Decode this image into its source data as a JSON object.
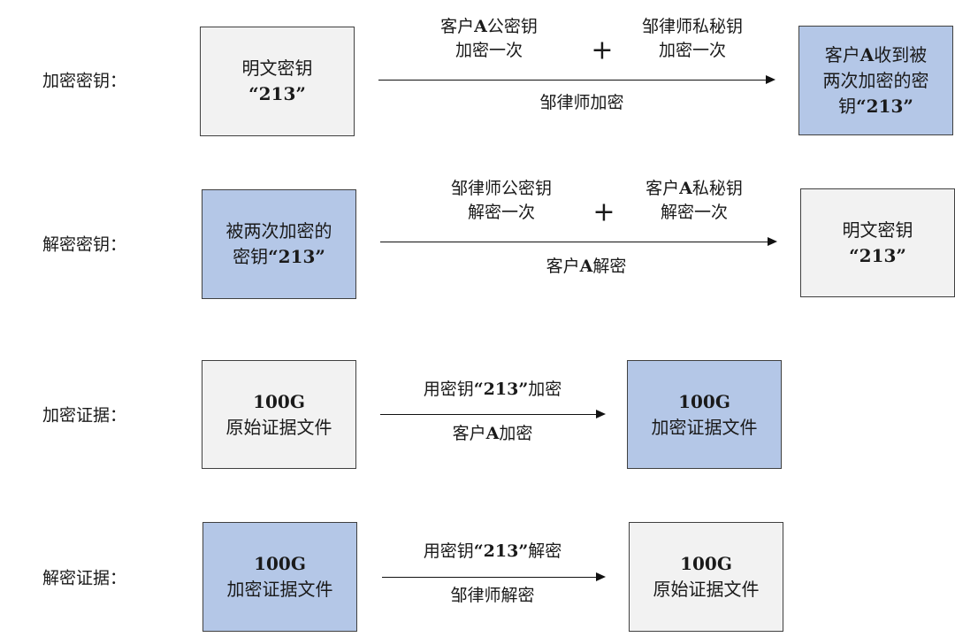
{
  "colors": {
    "plain_box": "#f2f2f2",
    "encrypted_box": "#b4c7e7",
    "border": "#404040"
  },
  "rows": [
    {
      "label": "加密密钥：",
      "source": [
        [
          [
            "明文密钥",
            0
          ]
        ],
        [
          [
            "“213”",
            1
          ]
        ]
      ],
      "above_left": [
        [
          [
            "客户",
            0
          ],
          [
            "A",
            1
          ],
          [
            "公密钥",
            0
          ]
        ],
        [
          [
            "加密一次",
            0
          ]
        ]
      ],
      "plus": "+",
      "above_right": [
        [
          [
            "邹律师私秘钥",
            0
          ]
        ],
        [
          [
            "加密一次",
            0
          ]
        ]
      ],
      "below": [
        [
          [
            "邹律师加密",
            0
          ]
        ]
      ],
      "target": [
        [
          [
            "客户",
            0
          ],
          [
            "A",
            1
          ],
          [
            "收到被",
            0
          ]
        ],
        [
          [
            "两次加密的密",
            0
          ]
        ],
        [
          [
            "钥",
            0
          ],
          [
            "“213”",
            1
          ]
        ]
      ]
    },
    {
      "label": "解密密钥：",
      "source": [
        [
          [
            "被两次加密的",
            0
          ]
        ],
        [
          [
            "密钥",
            0
          ],
          [
            "“213”",
            1
          ]
        ]
      ],
      "above_left": [
        [
          [
            "邹律师公密钥",
            0
          ]
        ],
        [
          [
            "解密一次",
            0
          ]
        ]
      ],
      "plus": "+",
      "above_right": [
        [
          [
            "客户",
            0
          ],
          [
            "A",
            1
          ],
          [
            "私秘钥",
            0
          ]
        ],
        [
          [
            "解密一次",
            0
          ]
        ]
      ],
      "below": [
        [
          [
            "客户",
            0
          ],
          [
            "A",
            1
          ],
          [
            "解密",
            0
          ]
        ]
      ],
      "target": [
        [
          [
            "明文密钥",
            0
          ]
        ],
        [
          [
            "“213”",
            1
          ]
        ]
      ]
    },
    {
      "label": "加密证据：",
      "source": [
        [
          [
            "100G",
            1
          ]
        ],
        [
          [
            "原始证据文件",
            0
          ]
        ]
      ],
      "above": [
        [
          [
            "用密钥",
            0
          ],
          [
            "“213”",
            1
          ],
          [
            "加密",
            0
          ]
        ]
      ],
      "below": [
        [
          [
            "客户",
            0
          ],
          [
            "A",
            1
          ],
          [
            "加密",
            0
          ]
        ]
      ],
      "target": [
        [
          [
            "100G",
            1
          ]
        ],
        [
          [
            "加密证据文件",
            0
          ]
        ]
      ]
    },
    {
      "label": "解密证据：",
      "source": [
        [
          [
            "100G",
            1
          ]
        ],
        [
          [
            "加密证据文件",
            0
          ]
        ]
      ],
      "above": [
        [
          [
            "用密钥",
            0
          ],
          [
            "“213”",
            1
          ],
          [
            "解密",
            0
          ]
        ]
      ],
      "below": [
        [
          [
            "邹律师解密",
            0
          ]
        ]
      ],
      "target": [
        [
          [
            "100G",
            1
          ]
        ],
        [
          [
            "原始证据文件",
            0
          ]
        ]
      ]
    }
  ]
}
